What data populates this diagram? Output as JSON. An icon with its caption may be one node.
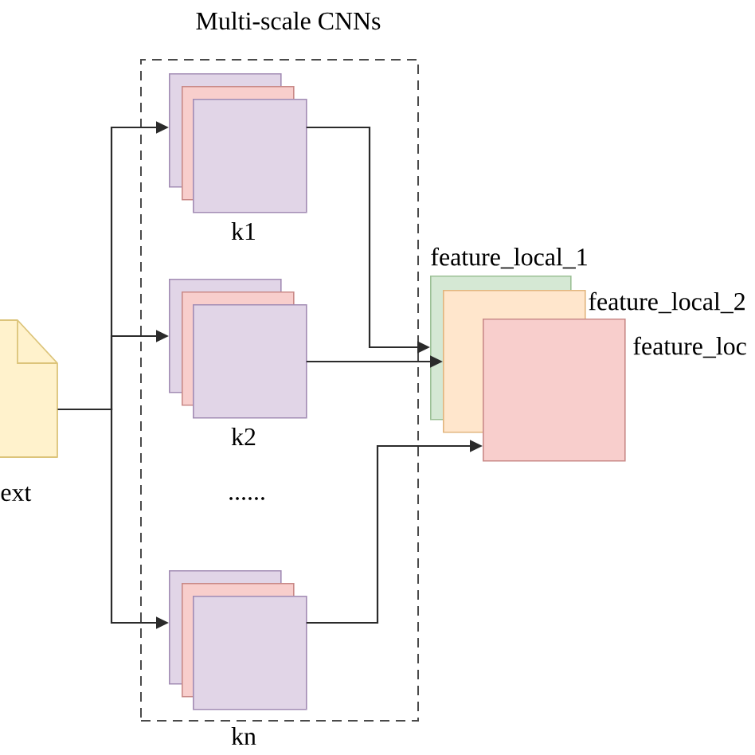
{
  "diagram": {
    "nodes": [
      {
        "text": [
          "ext"
        ]
      },
      {
        "text": [
          "Multi-scale CNNs"
        ]
      },
      {
        "text": [
          "k1"
        ],
        "in": 1
      },
      {
        "text": [
          "k2"
        ],
        "in": 1
      },
      {
        "text": [
          "kn"
        ],
        "in": 1
      },
      {
        "text": [
          "feature_local_1"
        ]
      },
      {
        "text": [
          "feature_local_2"
        ]
      },
      {
        "text": [
          "feature_loc"
        ]
      }
    ],
    "edges": [
      {
        "from": 0,
        "to": 2,
        "arrow": "to"
      },
      {
        "from": 0,
        "to": 3,
        "arrow": "to"
      },
      {
        "from": 0,
        "to": 4,
        "arrow": "to"
      },
      {
        "from": 2,
        "to": 5,
        "arrow": "to"
      },
      {
        "from": 3,
        "to": 6,
        "arrow": "to"
      },
      {
        "from": 4,
        "to": 7,
        "arrow": "to"
      }
    ],
    "labels": [
      "......"
    ]
  }
}
